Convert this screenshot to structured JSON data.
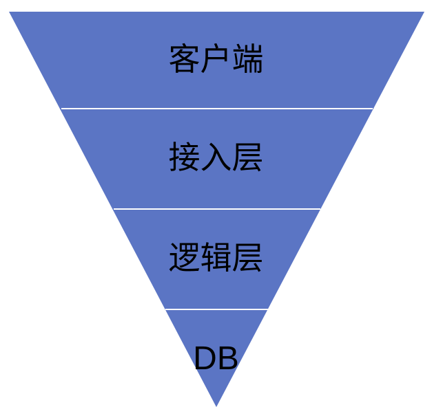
{
  "diagram": {
    "layers": [
      {
        "label": "客户端"
      },
      {
        "label": "接入层"
      },
      {
        "label": "逻辑层"
      },
      {
        "label": "DB"
      }
    ],
    "fill_color": "#5B75C4",
    "separator_color": "#FFFFFF",
    "label_color": "#000000"
  }
}
